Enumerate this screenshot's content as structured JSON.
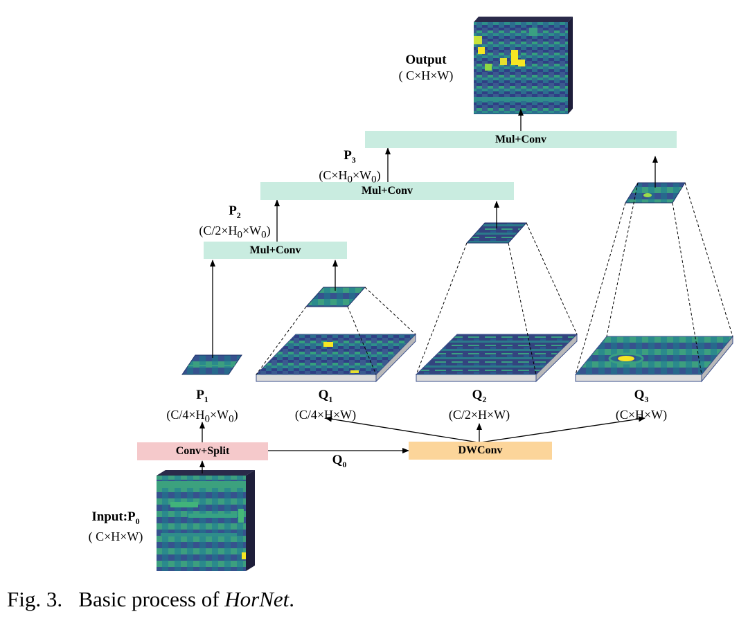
{
  "blocks": {
    "conv_split": "Conv+Split",
    "dwconv": "DWConv",
    "mul_conv_1": "Mul+Conv",
    "mul_conv_2": "Mul+Conv",
    "mul_conv_3": "Mul+Conv"
  },
  "labels": {
    "input": {
      "title": "Input:P",
      "sub": "0",
      "dim": "( C×H×W)"
    },
    "output": {
      "title": "Output",
      "dim": "( C×H×W)"
    },
    "p1": {
      "title": "P",
      "sub": "1",
      "dim_html": "(C/4×H<sub>0</sub>×W<sub>0</sub>)"
    },
    "p2": {
      "title": "P",
      "sub": "2",
      "dim_html": "(C/2×H<sub>0</sub>×W<sub>0</sub>)"
    },
    "p3": {
      "title": "P",
      "sub": "3",
      "dim_html": "(C×H<sub>0</sub>×W<sub>0</sub>)"
    },
    "q0": {
      "title": "Q",
      "sub": "0"
    },
    "q1": {
      "title": "Q",
      "sub": "1",
      "dim": "(C/4×H×W)"
    },
    "q2": {
      "title": "Q",
      "sub": "2",
      "dim": "(C/2×H×W)"
    },
    "q3": {
      "title": "Q",
      "sub": "3",
      "dim": "(C×H×W)"
    }
  },
  "caption": {
    "prefix": "Fig. 3.",
    "text": "Basic process of ",
    "italic": "HorNet",
    "suffix": "."
  },
  "colors": {
    "mul_conv": "#c9ece0",
    "conv_split": "#f5c9cb",
    "dwconv": "#fcd59a",
    "feature_map_dark": "#3b2f7a",
    "feature_map_mid": "#2c7e8c",
    "feature_map_highlight": "#f6e623",
    "slab_side": "#dcdcdc"
  },
  "icons": [
    "feature-map-tile",
    "arrow"
  ]
}
